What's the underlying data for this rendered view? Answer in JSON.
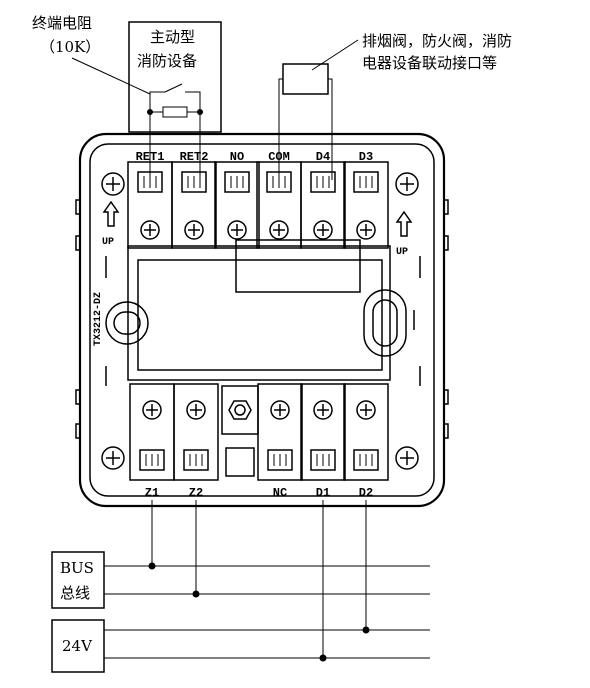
{
  "annotations": {
    "resistor_line1": "终端电阻",
    "resistor_line2": "（10K）",
    "device_line1": "主动型",
    "device_line2": "消防设备",
    "linkage_line1": "排烟阀，防火阀，消防",
    "linkage_line2": "电器设备联动接口等"
  },
  "terminals_top": [
    "RET1",
    "RET2",
    "NO",
    "COM",
    "D4",
    "D3"
  ],
  "terminals_bottom": [
    "Z1",
    "Z2",
    "NC",
    "D1",
    "D2"
  ],
  "model_label": "TX3212-DZ",
  "up_label": "UP",
  "bus_box": {
    "line1": "BUS",
    "line2": "总线"
  },
  "power_box": {
    "label": "24V"
  }
}
